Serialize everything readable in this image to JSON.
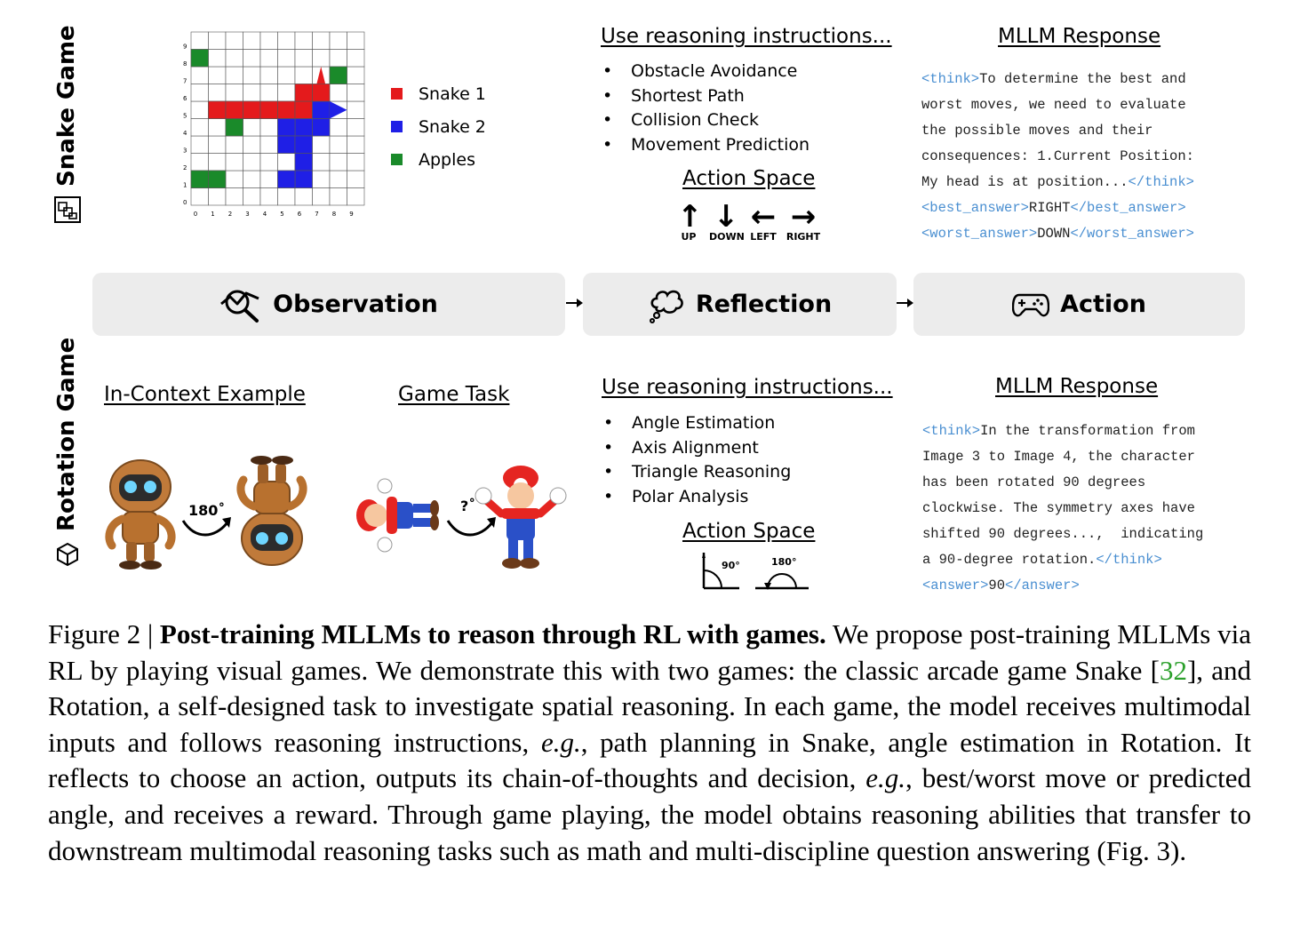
{
  "games": {
    "snake_label": "Snake Game",
    "rotation_label": "Rotation Game"
  },
  "snake": {
    "grid": {
      "cols": 10,
      "rows": 10,
      "x_ticks": [
        "0",
        "1",
        "2",
        "3",
        "4",
        "5",
        "6",
        "7",
        "8",
        "9"
      ],
      "y_ticks": [
        "0",
        "1",
        "2",
        "3",
        "4",
        "5",
        "6",
        "7",
        "8",
        "9"
      ],
      "snake1_color": "#e41a1c",
      "snake2_color": "#1f1fe6",
      "apple_color": "#1a8a2a"
    },
    "legend": [
      {
        "label": "Snake 1",
        "color": "#e41a1c"
      },
      {
        "label": "Snake 2",
        "color": "#1f1fe6"
      },
      {
        "label": "Apples",
        "color": "#1a8a2a"
      }
    ],
    "instructions_heading": "Use reasoning instructions...",
    "instructions": [
      "Obstacle Avoidance",
      "Shortest Path",
      "Collision Check",
      "Movement Prediction"
    ],
    "action_space_heading": "Action Space",
    "actions": [
      {
        "glyph": "↑",
        "label": "UP"
      },
      {
        "glyph": "↓",
        "label": "DOWN"
      },
      {
        "glyph": "←",
        "label": "LEFT"
      },
      {
        "glyph": "→",
        "label": "RIGHT"
      }
    ],
    "response_heading": "MLLM Response",
    "response": {
      "think_open": "<think>",
      "line1": "To determine the best and",
      "line2": "worst moves, we need to evaluate",
      "line3": "the possible moves and their",
      "line4": "consequences: 1.Current Position:",
      "line5": "My head is at position...",
      "think_close": "</think>",
      "best_open": "<best_answer>",
      "best_value": "RIGHT",
      "best_close": "</best_answer>",
      "worst_open": "<worst_answer>",
      "worst_value": "DOWN",
      "worst_close": "</worst_answer>"
    }
  },
  "pipeline": {
    "observation": "Observation",
    "reflection": "Reflection",
    "action": "Action"
  },
  "rotation": {
    "example_heading": "In-Context Example",
    "task_heading": "Game Task",
    "example_angle": "180˚",
    "task_angle": "?˚",
    "instructions_heading": "Use reasoning instructions...",
    "instructions": [
      "Angle Estimation",
      "Axis Alignment",
      "Triangle Reasoning",
      "Polar Analysis"
    ],
    "action_space_heading": "Action Space",
    "action_90": "90°",
    "action_180": "180°",
    "response_heading": "MLLM Response",
    "response": {
      "think_open": "<think>",
      "line1": "In the transformation from",
      "line2": "Image 3 to Image 4, the character",
      "line3": "has been rotated 90 degrees",
      "line4": "clockwise. The symmetry axes have",
      "line5": "shifted 90 degrees...,  indicating",
      "line6": "a 90-degree rotation.",
      "think_close": "</think>",
      "answer_open": "<answer>",
      "answer_value": "90",
      "answer_close": "</answer>"
    }
  },
  "caption": {
    "prefix": "Figure 2 | ",
    "bold": "Post-training MLLMs to reason through RL with games.",
    "t1": " We propose post-training MLLMs via RL by playing visual games.  We demonstrate this with two games: the classic arcade game Snake [",
    "ref": "32",
    "t2": "], and Rotation, a self-designed task to investigate spatial reasoning. In each game, the model receives multimodal inputs and follows reasoning instructions, ",
    "eg1": "e.g.",
    "t3": ", path planning in Snake, angle estimation in Rotation. It reflects to choose an action, outputs its chain-of-thoughts and decision, ",
    "eg2": "e.g.",
    "t4": ", best/worst move or predicted angle, and receives a reward. Through game playing, the model obtains reasoning abilities that transfer to downstream multimodal reasoning tasks such as math and multi-discipline question answering (Fig. 3)."
  }
}
